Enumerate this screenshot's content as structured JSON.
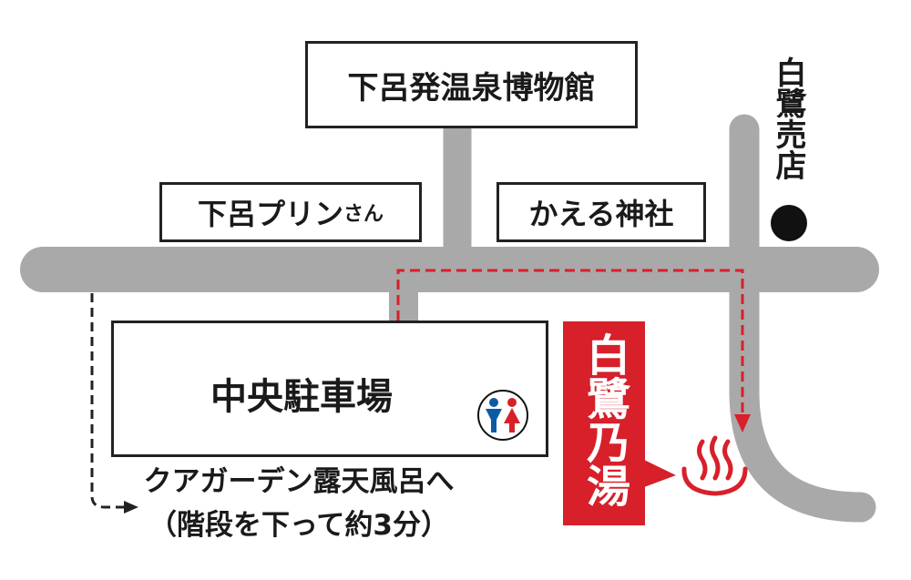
{
  "landmarks": {
    "museum": "下呂発温泉博物館",
    "purin_main": "下呂プリン",
    "purin_suffix": "さん",
    "shrine": "かえる神社",
    "shop": "白鷺売店",
    "parking": "中央駐車場",
    "destination": "白鷺乃湯"
  },
  "route_note": {
    "line1": "クアガーデン露天風呂へ",
    "line2": "（階段を下って約3分）"
  },
  "icons": [
    "restroom-icon",
    "hot-spring-icon",
    "shop-dot-icon"
  ],
  "colors": {
    "road": "#a9a9a9",
    "accent": "#d7202a",
    "male": "#0b5aa6",
    "text": "#1a1a1a"
  }
}
